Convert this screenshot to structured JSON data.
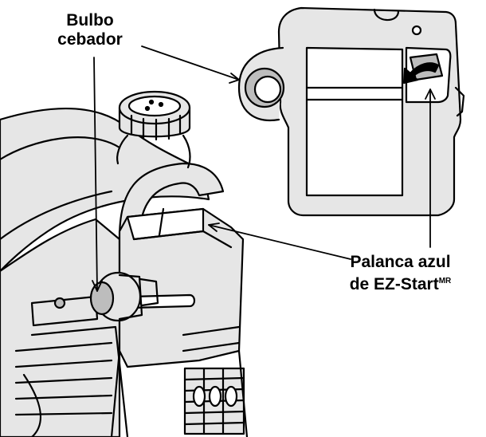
{
  "labels": {
    "primer_bulb": {
      "line1": "Bulbo",
      "line2": "cebador"
    },
    "ez_start_lever": {
      "line1": "Palanca azul",
      "line2_main": "de EZ-Start",
      "line2_mark": "MR"
    }
  },
  "colors": {
    "stroke": "#000000",
    "fill": "#e6e6e6",
    "fill_dark": "#bdbdbd",
    "background": "#ffffff"
  }
}
